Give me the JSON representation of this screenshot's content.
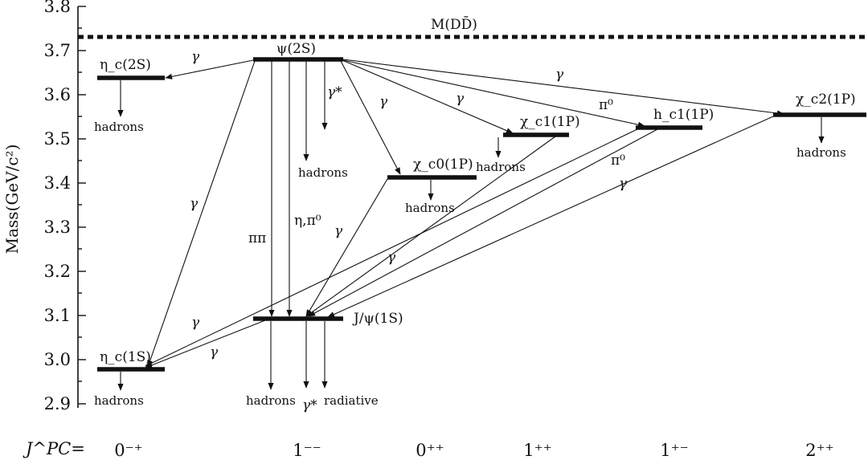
{
  "axis": {
    "ylabel": "Mass(GeV/c²)",
    "ticks": [
      "3.8",
      "3.7",
      "3.6",
      "3.5",
      "3.4",
      "3.3",
      "3.2",
      "3.1",
      "3.0",
      "2.9"
    ]
  },
  "threshold_label": "M(DD̄)",
  "levels": {
    "etac2S": "η_c(2S)",
    "psi2S": "ψ(2S)",
    "chic0": "χ_c0(1P)",
    "chic1": "χ_c1(1P)",
    "hc1": "h_c1(1P)",
    "chic2": "χ_c2(1P)",
    "jpsi": "J/ψ(1S)",
    "etac1S": "η_c(1S)"
  },
  "decays": {
    "hadrons": "hadrons",
    "radiative": "radiative",
    "gamma": "γ",
    "gamma_star": "γ*",
    "pipi": "ππ",
    "eta_pi0": "η,π⁰",
    "pi0": "π⁰"
  },
  "jpc": {
    "label": "J^PC=",
    "values": [
      "0⁻⁺",
      "1⁻⁻",
      "0⁺⁺",
      "1⁺⁺",
      "1⁺⁻",
      "2⁺⁺"
    ]
  }
}
